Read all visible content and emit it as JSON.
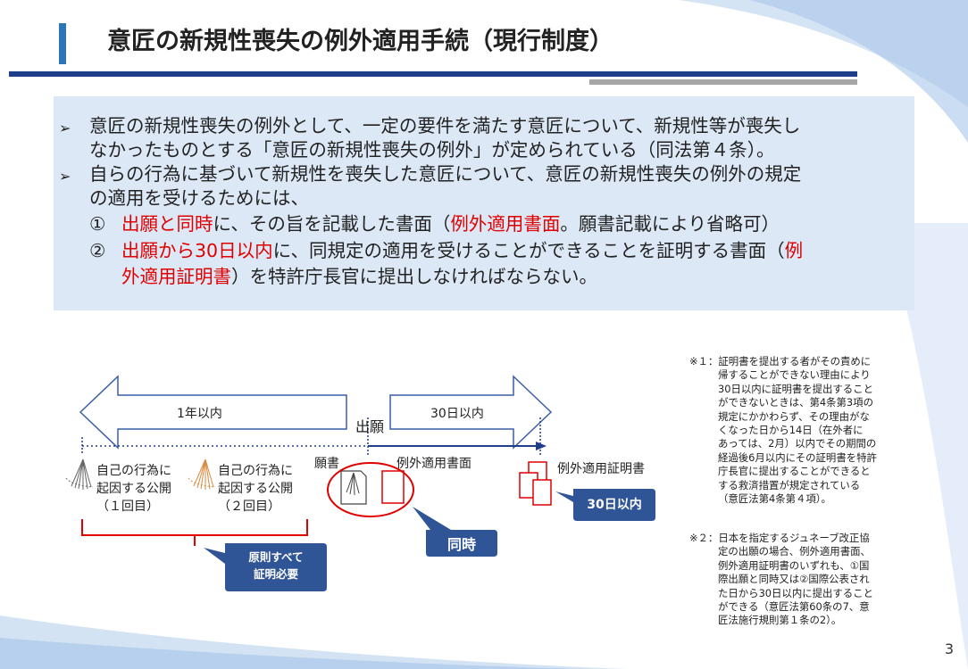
{
  "title": "意匠の新規性喪失の例外適用手続（現行制度）",
  "bullets": {
    "b1_l1": "意匠の新規性喪失の例外として、一定の要件を満たす意匠について、新規性等が喪失し",
    "b1_l2": "なかったものとする「意匠の新規性喪失の例外」が定められている（同法第４条）。",
    "b2_l1": "自らの行為に基づいて新規性を喪失した意匠について、意匠の新規性喪失の例外の規定",
    "b2_l2": "の適用を受けるためには、",
    "item1": {
      "num": "①",
      "red1": "出願と同時",
      "t1": "に、その旨を記載した書面（",
      "red2": "例外適用書面",
      "t2": "。願書記載により省略可）"
    },
    "item2": {
      "num": "②",
      "red1": "出願から30日以内",
      "t1": "に、同規定の適用を受けることができることを証明する書面（",
      "red2": "例",
      "l2red": "外適用証明書",
      "l2t": "）を特許庁長官に提出しなければならない。"
    }
  },
  "diagram": {
    "arrow_left": "1年以内",
    "arrow_right": "30日以内",
    "filing": "出願",
    "disc1": [
      "自己の行為に",
      "起因する公開",
      "（１回目）"
    ],
    "disc2": [
      "自己の行為に",
      "起因する公開",
      "（２回目）"
    ],
    "gansho": "願書",
    "exception_doc": "例外適用書面",
    "cert_doc": "例外適用証明書",
    "callout_30": "30日以内",
    "callout_same": "同時",
    "callout_rule": [
      "原則すべて",
      "証明必要"
    ]
  },
  "notes": {
    "n1": [
      "※１：証明書を提出する者がその責めに",
      "帰することができない理由により",
      "30日以内に証明書を提出すること",
      "ができないときは、第4条第3項の",
      "規定にかかわらず、その理由がな",
      "くなった日から14日（在外者に",
      "あっては、2月）以内でその期間の",
      "経過後6月以内にその証明書を特許",
      "庁長官に提出することができると",
      "する救済措置が規定されている",
      "（意匠法第4条第４項）。"
    ],
    "n2": [
      "※２：日本を指定するジュネーブ改正協",
      "定の出願の場合、例外適用書面、",
      "例外適用証明書のいずれも、①国",
      "際出願と同時又は②国際公表され",
      "た日から30日以内に提出すること",
      "ができる（意匠法第60条の7、意",
      "匠法施行規則第１条の2）。"
    ]
  },
  "page_number": "3",
  "colors": {
    "accent": "#2E75B6",
    "navy": "#1F3E8A",
    "callout": "#2F5597",
    "red": "#E00000",
    "panel": "#DCE8F6"
  }
}
